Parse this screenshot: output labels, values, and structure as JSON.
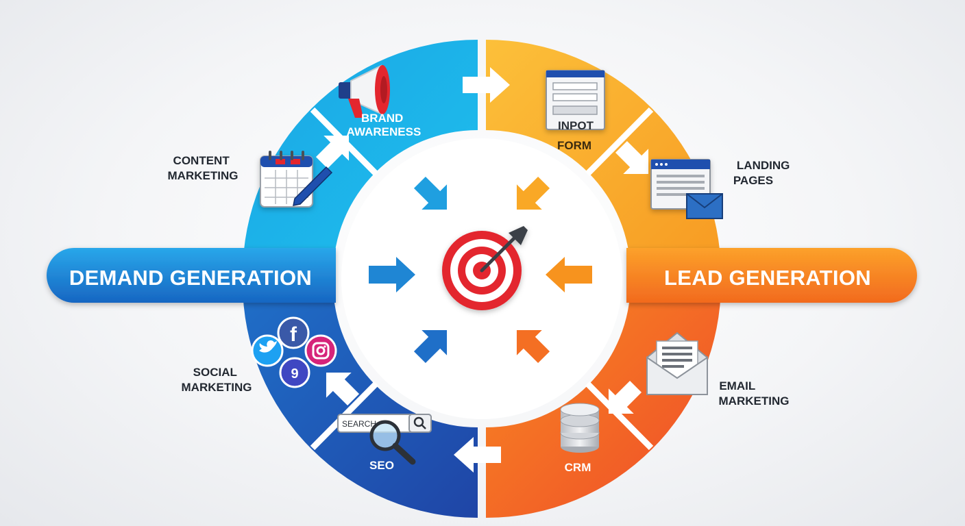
{
  "center_icon": "target-bullseye-icon",
  "banners": {
    "left": "DEMAND GENERATION",
    "right": "LEAD GENERATION"
  },
  "segments": [
    {
      "id": "brand-awareness",
      "lines": [
        "BRAND",
        "AWARENESS"
      ],
      "icon": "megaphone-icon"
    },
    {
      "id": "content-marketing",
      "lines": [
        "CONTENT",
        "MARKETING"
      ],
      "icon": "calendar-pen-icon"
    },
    {
      "id": "social-marketing",
      "lines": [
        "SOCIAL",
        "MARKETING"
      ],
      "icon": "social-media-icons"
    },
    {
      "id": "seo",
      "lines": [
        "SEO"
      ],
      "icon": "search-bar-magnifier-icon",
      "search_text": "SEARCH"
    },
    {
      "id": "form",
      "lines": [
        "INPOT",
        "FORM"
      ],
      "icon": "input-form-icon"
    },
    {
      "id": "landing-pages",
      "lines": [
        "LANDING",
        "PAGES"
      ],
      "icon": "landing-page-envelope-icon"
    },
    {
      "id": "email-marketing",
      "lines": [
        "EMAIL",
        "MARKETING"
      ],
      "icon": "open-envelope-icon"
    },
    {
      "id": "crm",
      "lines": [
        "CRM"
      ],
      "icon": "database-icon"
    }
  ],
  "colors": {
    "blue_light": "#1fb6ea",
    "blue_mid": "#1f86d4",
    "blue_dark": "#1f4fae",
    "orange_light": "#fcb533",
    "orange_mid": "#f7931e",
    "orange_dark": "#f0522a",
    "target_red": "#e3262e"
  }
}
